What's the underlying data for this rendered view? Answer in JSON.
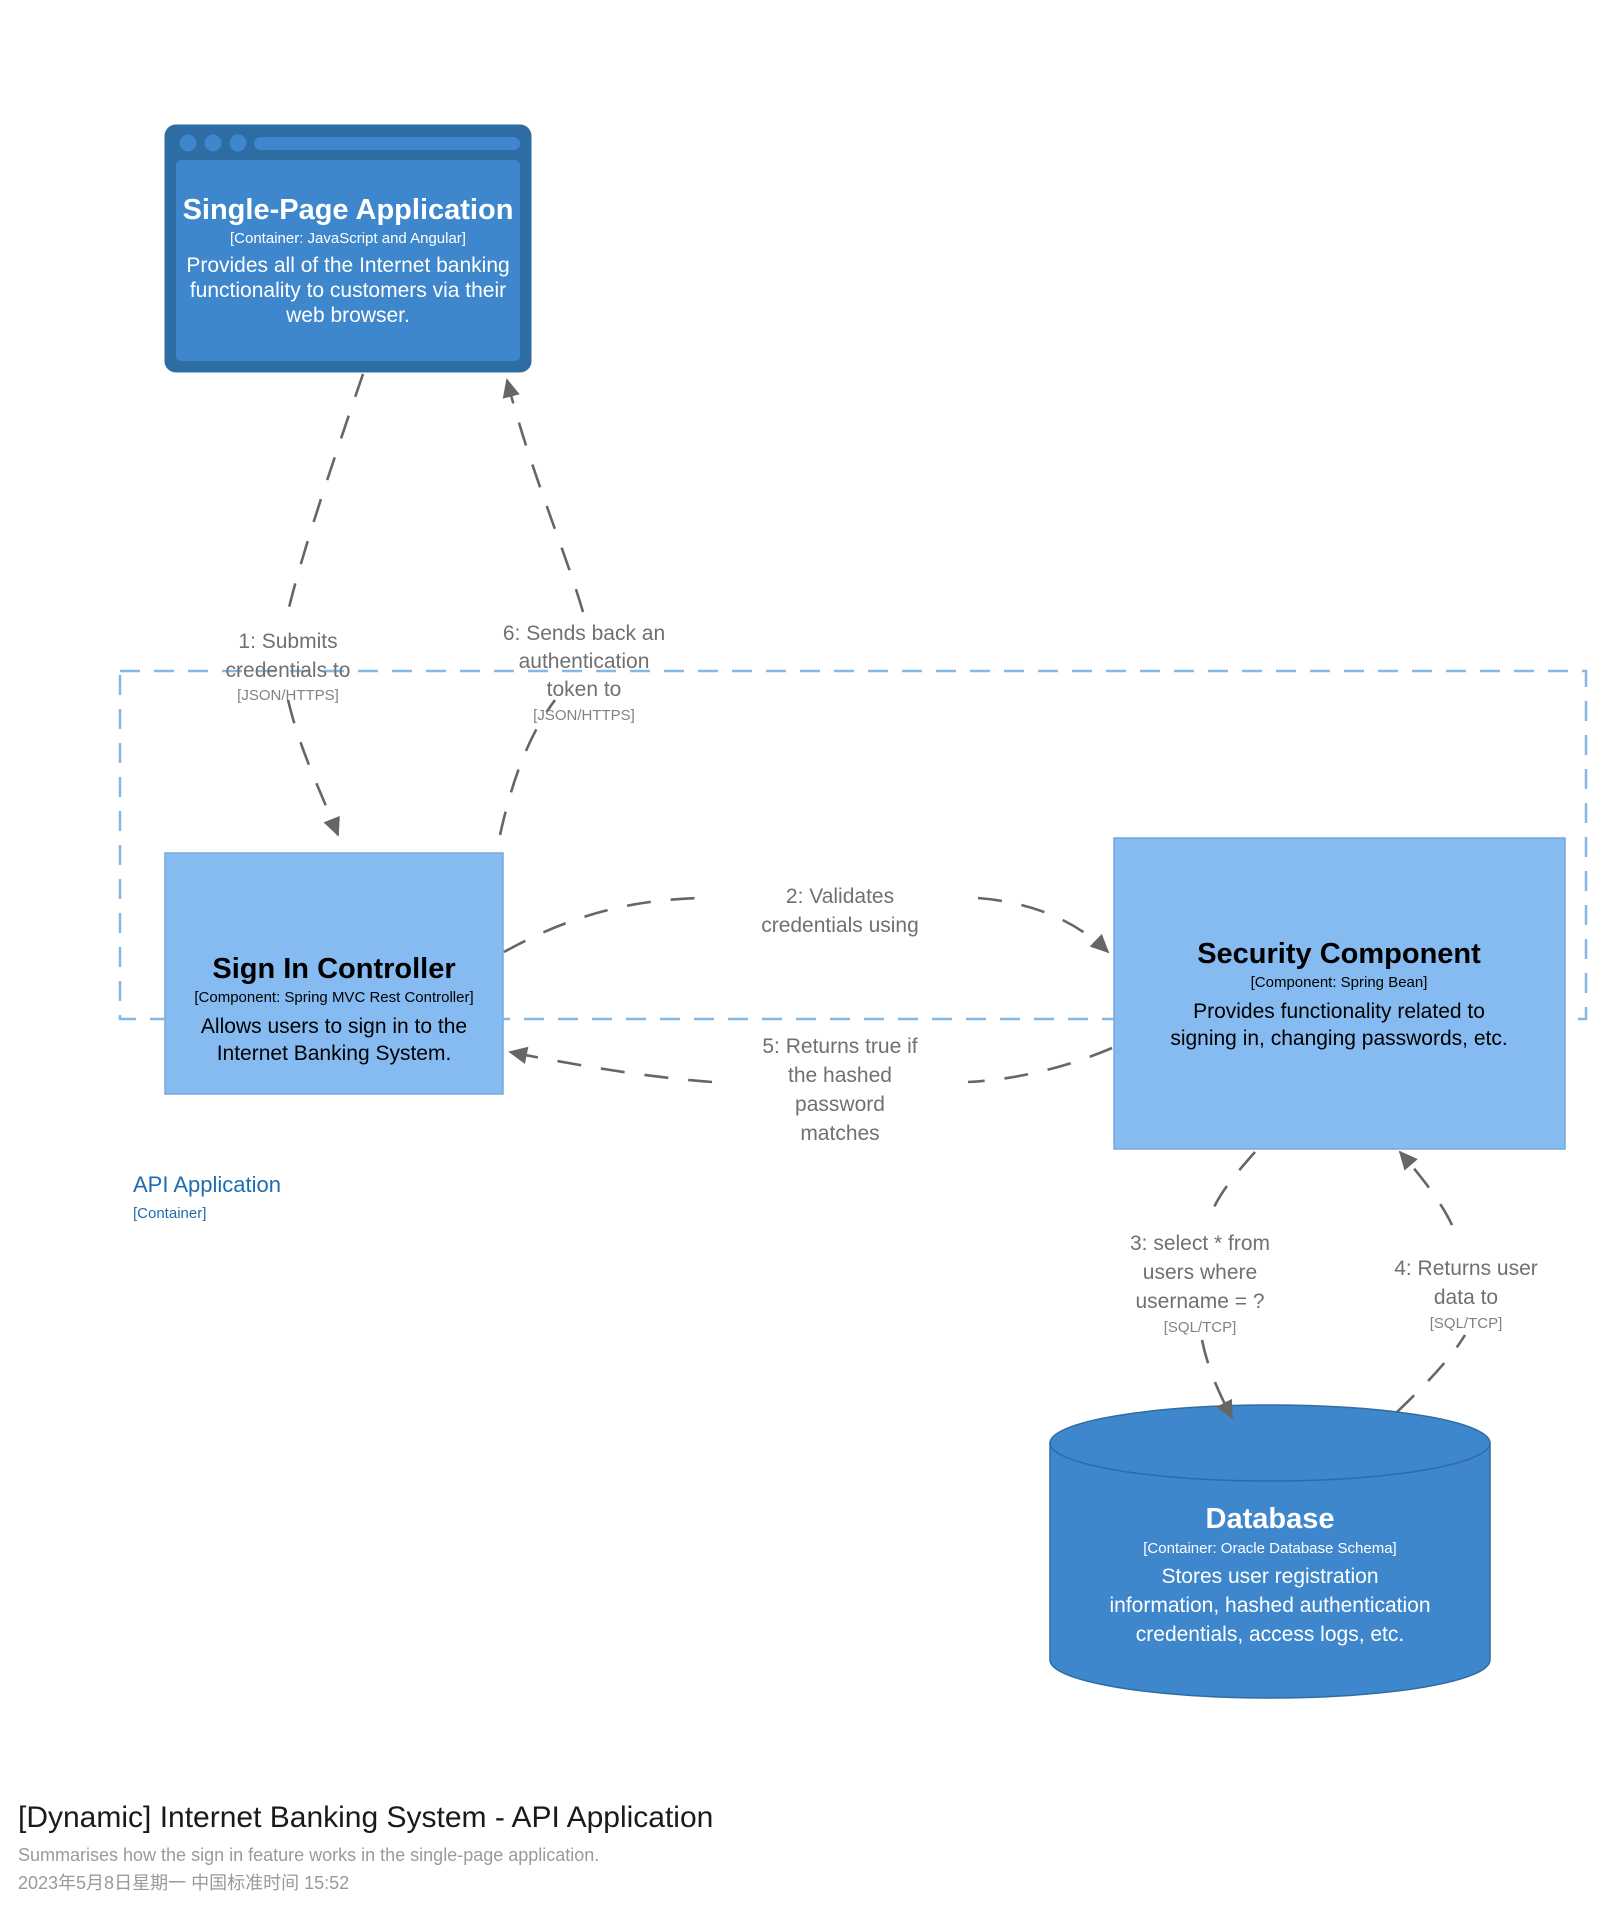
{
  "diagram": {
    "kind": "c4-dynamic",
    "colors": {
      "container_fill": "#3e87cd",
      "container_stroke": "#2e6da4",
      "component_fill": "#85bbf0",
      "component_stroke": "#78a8d8",
      "database_fill": "#3e87cd",
      "database_stroke": "#2e6da4",
      "boundary_stroke": "#86b8e4",
      "boundary_text": "#1f6cb0",
      "relationship_line": "#707070",
      "relationship_text": "#707070",
      "page_background": "#ffffff"
    },
    "elements": [
      {
        "id": "spa",
        "shape": "web-browser",
        "name": "Single-Page Application",
        "technology": "[Container: JavaScript and Angular]",
        "description": [
          "Provides all of the Internet banking",
          "functionality to customers via their",
          "web browser."
        ]
      },
      {
        "id": "signin",
        "shape": "box",
        "name": "Sign In Controller",
        "technology": "[Component: Spring MVC Rest Controller]",
        "description": [
          "Allows users to sign in to the",
          "Internet Banking System."
        ]
      },
      {
        "id": "security",
        "shape": "box",
        "name": "Security Component",
        "technology": "[Component: Spring Bean]",
        "description": [
          "Provides functionality related to",
          "signing in, changing passwords, etc."
        ]
      },
      {
        "id": "database",
        "shape": "cylinder",
        "name": "Database",
        "technology": "[Container: Oracle Database Schema]",
        "description": [
          "Stores user registration",
          "information, hashed authentication",
          "credentials, access logs, etc."
        ]
      }
    ],
    "boundary": {
      "id": "api-application",
      "name": "API Application",
      "technology": "[Container]"
    },
    "relationships": [
      {
        "order": "1",
        "from": "spa",
        "to": "signin",
        "label_lines": [
          "1: Submits",
          "credentials to"
        ],
        "technology": "[JSON/HTTPS]"
      },
      {
        "order": "2",
        "from": "signin",
        "to": "security",
        "label_lines": [
          "2: Validates",
          "credentials using"
        ],
        "technology": ""
      },
      {
        "order": "3",
        "from": "security",
        "to": "database",
        "label_lines": [
          "3: select * from",
          "users where",
          "username = ?"
        ],
        "technology": "[SQL/TCP]"
      },
      {
        "order": "4",
        "from": "database",
        "to": "security",
        "label_lines": [
          "4: Returns user",
          "data to"
        ],
        "technology": "[SQL/TCP]"
      },
      {
        "order": "5",
        "from": "security",
        "to": "signin",
        "label_lines": [
          "5: Returns true if",
          "the hashed",
          "password",
          "matches"
        ],
        "technology": ""
      },
      {
        "order": "6",
        "from": "signin",
        "to": "spa",
        "label_lines": [
          "6: Sends back an",
          "authentication",
          "token to"
        ],
        "technology": "[JSON/HTTPS]"
      }
    ]
  },
  "footer": {
    "title": "[Dynamic] Internet Banking System - API Application",
    "subtitle": "Summarises how the sign in feature works in the single-page application.",
    "date": "2023年5月8日星期一 中国标准时间 15:52"
  }
}
